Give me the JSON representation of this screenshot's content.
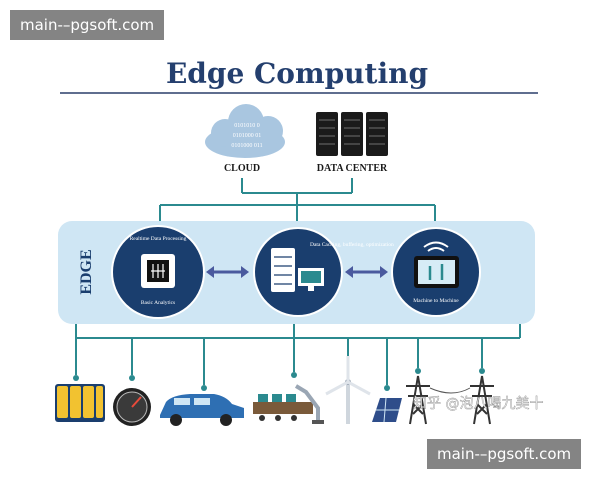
{
  "watermark_top": "main-–pgsoft.com",
  "watermark_bottom": "main-–pgsoft.com",
  "zhihu_watermark": "知乎 @泡八喝九美十",
  "diagram": {
    "title": "Edge Computing",
    "cloud_label": "CLOUD",
    "cloud_binary": [
      "0101010 0",
      "0101000 01",
      "0101000 011"
    ],
    "datacenter_label": "DATA CENTER",
    "edge_label": "EDGE",
    "node1_top": "Realtime Data Processing",
    "node1_bottom": "Basic Analytics",
    "node2_top": "Data Caching, buffering, optimization",
    "node3_bottom": "Machine to Machine"
  },
  "devices": [
    "battery-pack-icon",
    "gauge-icon",
    "car-icon",
    "factory-robot-icon",
    "wind-turbine-icon",
    "solar-panel-icon",
    "power-tower-icon",
    "power-tower-icon"
  ],
  "colors": {
    "navy": "#1a3e6e",
    "teal": "#2b8a8f",
    "edge_band": "#cfe6f4",
    "cloud": "#a9c6e0",
    "arrow": "#4a5a9e",
    "title": "#243f6e"
  }
}
